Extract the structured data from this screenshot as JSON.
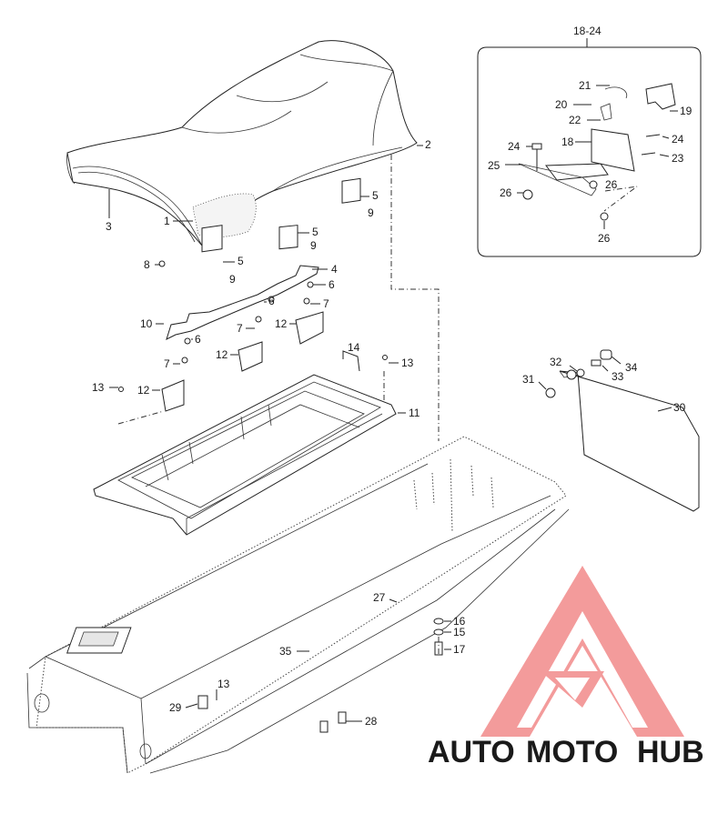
{
  "inset": {
    "title": "18-24"
  },
  "labels": [
    {
      "id": "1",
      "text": "1"
    },
    {
      "id": "2",
      "text": "2"
    },
    {
      "id": "3",
      "text": "3"
    },
    {
      "id": "4",
      "text": "4"
    },
    {
      "id": "5a",
      "text": "5"
    },
    {
      "id": "5b",
      "text": "5"
    },
    {
      "id": "5c",
      "text": "5"
    },
    {
      "id": "6a",
      "text": "6"
    },
    {
      "id": "6b",
      "text": "6"
    },
    {
      "id": "6c",
      "text": "6"
    },
    {
      "id": "7a",
      "text": "7"
    },
    {
      "id": "7b",
      "text": "7"
    },
    {
      "id": "7c",
      "text": "7"
    },
    {
      "id": "8",
      "text": "8"
    },
    {
      "id": "9a",
      "text": "9"
    },
    {
      "id": "9b",
      "text": "9"
    },
    {
      "id": "9c",
      "text": "9"
    },
    {
      "id": "10",
      "text": "10"
    },
    {
      "id": "11",
      "text": "11"
    },
    {
      "id": "12a",
      "text": "12"
    },
    {
      "id": "12b",
      "text": "12"
    },
    {
      "id": "12c",
      "text": "12"
    },
    {
      "id": "13a",
      "text": "13"
    },
    {
      "id": "13b",
      "text": "13"
    },
    {
      "id": "13c",
      "text": "13"
    },
    {
      "id": "14",
      "text": "14"
    },
    {
      "id": "15",
      "text": "15"
    },
    {
      "id": "16",
      "text": "16"
    },
    {
      "id": "17",
      "text": "17"
    },
    {
      "id": "18",
      "text": "18"
    },
    {
      "id": "19",
      "text": "19"
    },
    {
      "id": "20",
      "text": "20"
    },
    {
      "id": "21",
      "text": "21"
    },
    {
      "id": "22",
      "text": "22"
    },
    {
      "id": "23",
      "text": "23"
    },
    {
      "id": "24a",
      "text": "24"
    },
    {
      "id": "24b",
      "text": "24"
    },
    {
      "id": "25",
      "text": "25"
    },
    {
      "id": "26a",
      "text": "26"
    },
    {
      "id": "26b",
      "text": "26"
    },
    {
      "id": "26c",
      "text": "26"
    },
    {
      "id": "27",
      "text": "27"
    },
    {
      "id": "28",
      "text": "28"
    },
    {
      "id": "29",
      "text": "29"
    },
    {
      "id": "30",
      "text": "30"
    },
    {
      "id": "31",
      "text": "31"
    },
    {
      "id": "32",
      "text": "32"
    },
    {
      "id": "33",
      "text": "33"
    },
    {
      "id": "34",
      "text": "34"
    },
    {
      "id": "35",
      "text": "35"
    }
  ],
  "watermark": {
    "word1": "AUTO",
    "word2": "MOTO",
    "word3": "HUB",
    "color_auto": "#f5c27a",
    "color_moto": "#f08080",
    "color_hub": "#6b6b6b",
    "logo_color": "#f07a7a"
  }
}
